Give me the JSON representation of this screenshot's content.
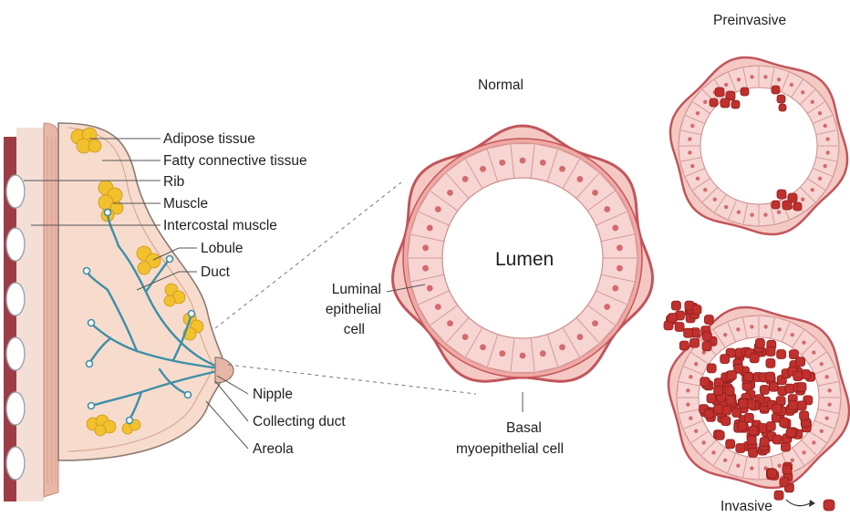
{
  "breast_labels": {
    "adipose": "Adipose tissue",
    "fatty_connective": "Fatty connective tissue",
    "rib": "Rib",
    "muscle": "Muscle",
    "intercostal": "Intercostal muscle",
    "lobule": "Lobule",
    "duct": "Duct",
    "nipple": "Nipple",
    "collecting_duct": "Collecting duct",
    "areola": "Areola"
  },
  "duct_labels": {
    "normal": "Normal",
    "lumen": "Lumen",
    "luminal_1": "Luminal",
    "luminal_2": "epithelial",
    "luminal_3": "cell",
    "basal_1": "Basal",
    "basal_2": "myoepithelial cell",
    "preinvasive": "Preinvasive",
    "invasive": "Invasive"
  },
  "colors": {
    "outline": "#c2555c",
    "epithelium": "#f2c9c8",
    "nucleus": "#d46a6d",
    "adipose": "#f2c12e",
    "duct": "#3d8fa8",
    "tumor": "#c0302c",
    "skin": "#f6dccf",
    "muscle": "#e8b4a4"
  }
}
